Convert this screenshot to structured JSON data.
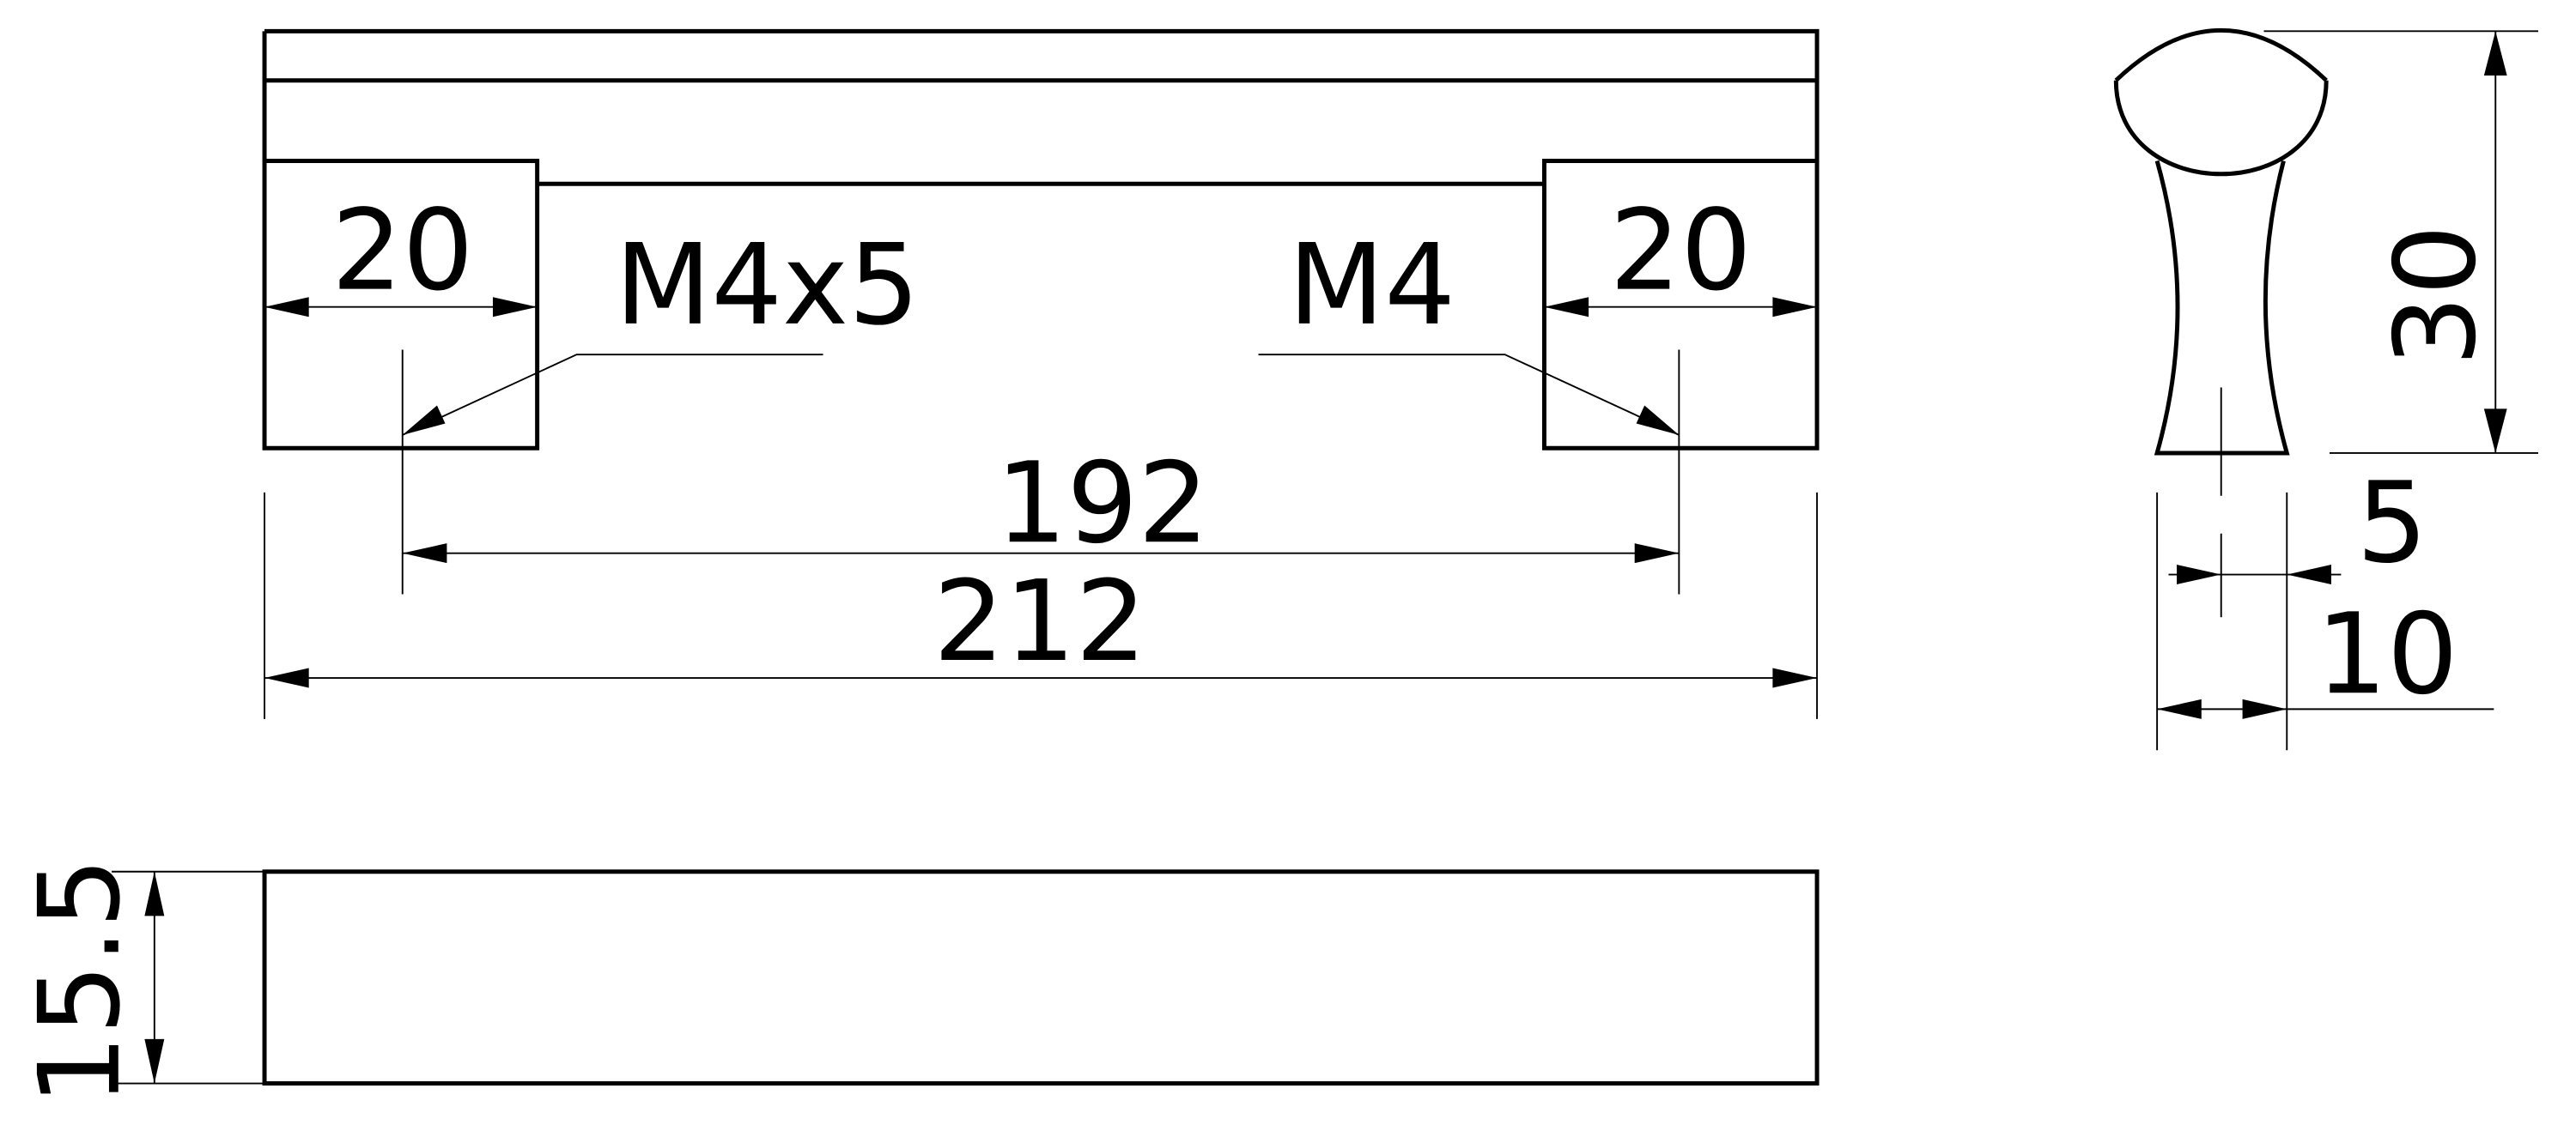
{
  "drawing": {
    "top_view": {
      "left_block_width": "20",
      "right_block_width": "20",
      "left_thread": "M4x5",
      "right_thread": "M4",
      "hole_spacing": "192",
      "overall_length": "212"
    },
    "front_view": {
      "height": "15.5"
    },
    "side_view": {
      "height": "30",
      "base_half": "5",
      "base_width": "10"
    },
    "colors": {
      "line": "#000000",
      "background": "#ffffff"
    }
  }
}
